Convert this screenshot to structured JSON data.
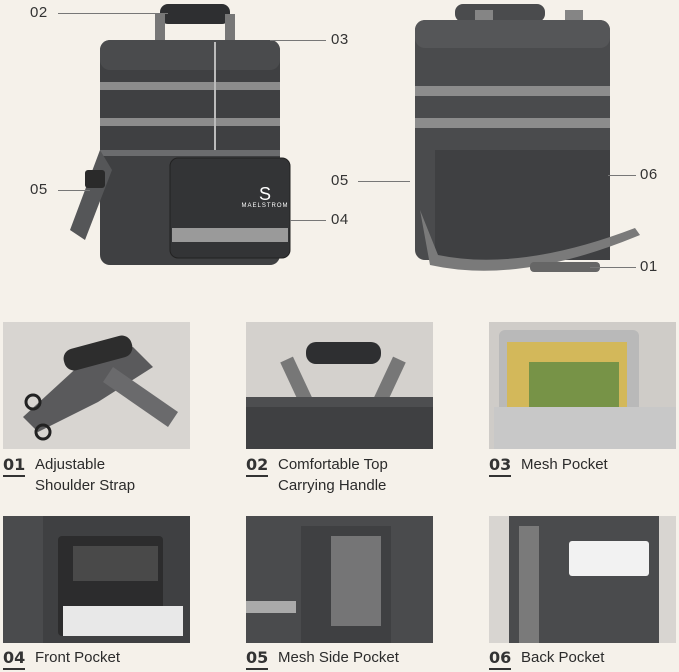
{
  "callouts": {
    "left_top": "02",
    "left_right_top": "03",
    "left_side": "05",
    "left_front": "04",
    "right_side": "05",
    "right_back": "06",
    "right_strap": "01"
  },
  "brand_logo_text": "MAELSTROM",
  "features": [
    {
      "num": "01",
      "line1": "Adjustable",
      "line2": "Shoulder Strap"
    },
    {
      "num": "02",
      "line1": "Comfortable Top",
      "line2": "Carrying Handle"
    },
    {
      "num": "03",
      "line1": "Mesh Pocket",
      "line2": ""
    },
    {
      "num": "04",
      "line1": "Front Pocket",
      "line2": ""
    },
    {
      "num": "05",
      "line1": "Mesh Side Pocket",
      "line2": ""
    },
    {
      "num": "06",
      "line1": "Back Pocket",
      "line2": ""
    }
  ],
  "colors": {
    "background": "#f5f1ea",
    "bag": "#3f4042",
    "trim": "#8c8c8c",
    "photo_bg": "#d9d6d2"
  }
}
